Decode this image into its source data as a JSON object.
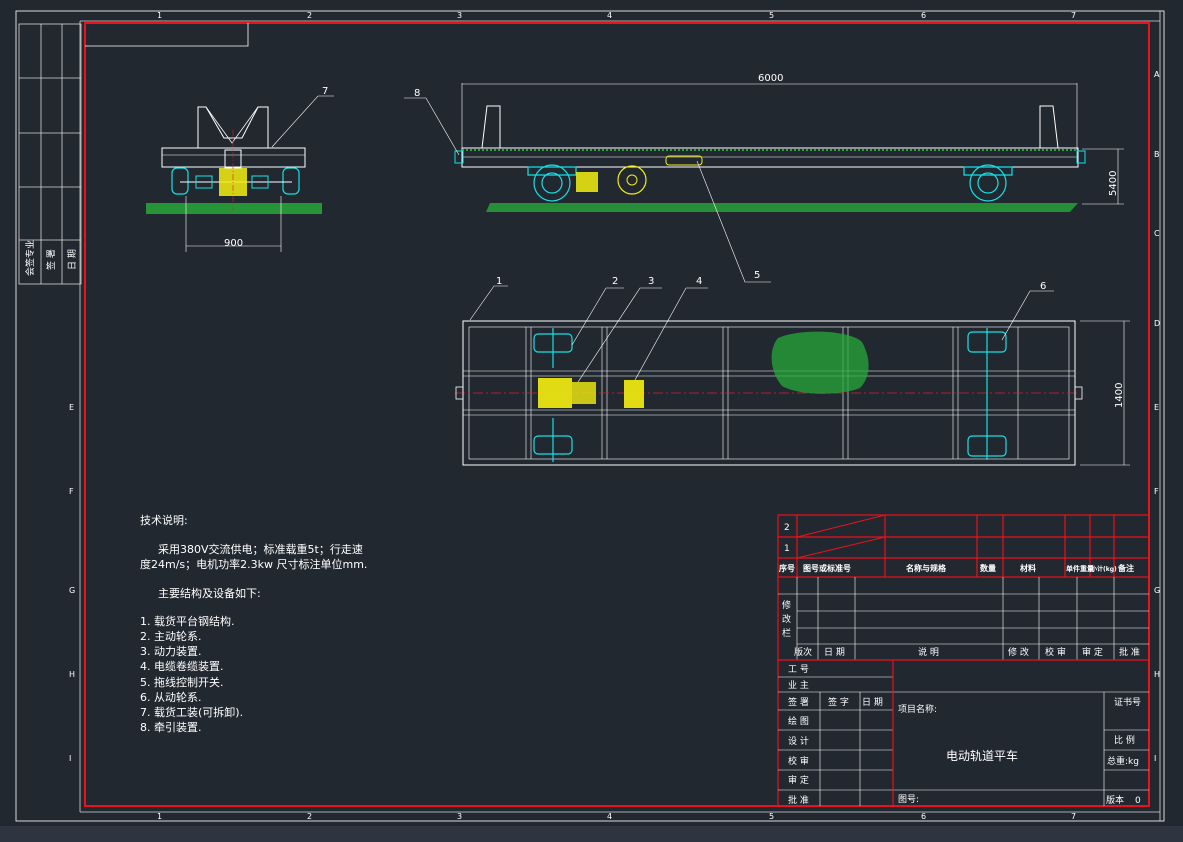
{
  "colors": {
    "background": "#212830",
    "frame": "#e8131c",
    "lines": "#ffffff",
    "cyan": "#16e0e6",
    "yellow": "#f5ee0f",
    "green": "#27a83a",
    "centerline": "#d8202a"
  },
  "zones": {
    "top": [
      "1",
      "2",
      "3",
      "4",
      "5",
      "6",
      "7"
    ],
    "bottom": [
      "1",
      "2",
      "3",
      "4",
      "5",
      "6",
      "7"
    ],
    "left": [
      "E",
      "F",
      "G",
      "H",
      "I"
    ],
    "right": [
      "A",
      "B",
      "C",
      "D",
      "E",
      "F",
      "G",
      "H",
      "I"
    ]
  },
  "left_strip": {
    "labels": [
      "会签专业",
      "签 署",
      "日 期"
    ]
  },
  "dimensions": {
    "overall_length": "6000",
    "height": "5400",
    "width_plan": "1400",
    "track_gauge": "900"
  },
  "callouts": [
    "1",
    "2",
    "3",
    "4",
    "5",
    "6",
    "7",
    "8"
  ],
  "tech_notes": {
    "heading": "技术说明:",
    "para_line1": "采用380V交流供电；标准载重5t；行走速",
    "para_line2": "度24m/s；电机功率2.3kw 尺寸标注单位mm.",
    "list_heading": "主要结构及设备如下:",
    "items": [
      "1. 载货平台钢结构.",
      "2. 主动轮系.",
      "3. 动力装置.",
      "4. 电缆卷缆装置.",
      "5. 拖线控制开关.",
      "6. 从动轮系.",
      "7. 载货工装(可拆卸).",
      "8. 牵引装置."
    ]
  },
  "title_block": {
    "bom_rows": [
      "2",
      "1"
    ],
    "bom_headers": [
      "序号",
      "图号或标准号",
      "名称与规格",
      "数量",
      "材料",
      "单件重量",
      "小计(kg)",
      "备注"
    ],
    "revision_side": [
      "修",
      "改",
      "栏"
    ],
    "revision_headers": [
      "版次",
      "日 期",
      "说 明",
      "修 改",
      "校 审",
      "审 定",
      "批 准"
    ],
    "left_labels": [
      "工 号",
      "业 主",
      "签 署",
      "绘 图",
      "设 计",
      "校 审",
      "审 定",
      "批 准"
    ],
    "sign_header": "签 字",
    "date_header": "日 期",
    "project_label": "项目名称:",
    "product_name": "电动轨道平车",
    "drawing_no_label": "图号:",
    "cert_label": "证书号",
    "scale_label": "比 例",
    "weight_label": "总重:kg",
    "version_label": "版本",
    "version_value": "0"
  }
}
